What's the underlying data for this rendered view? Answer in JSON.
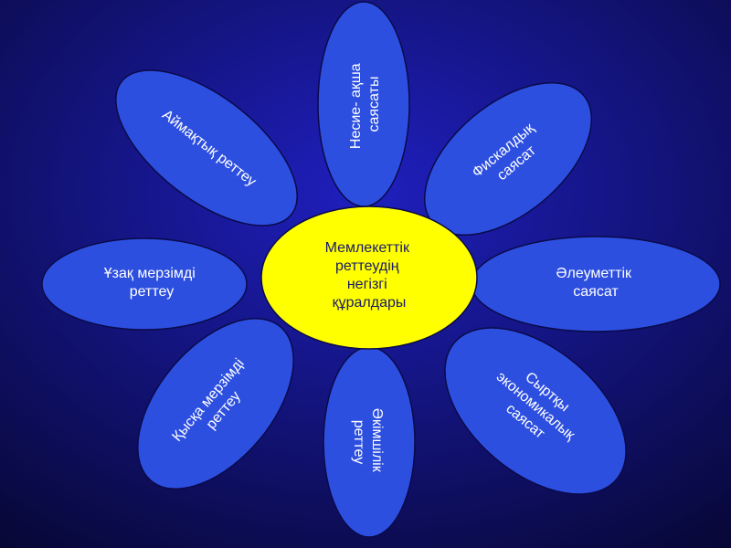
{
  "colors": {
    "background_top": "#1f1fbf",
    "background_bottom": "#060630",
    "petal_fill": "#2d4fe0",
    "petal_stroke": "#0a0a4a",
    "center_fill": "#ffff00",
    "petal_text": "#ffffff",
    "center_text": "#1a1a6a"
  },
  "center": {
    "lines": [
      "Мемлекеттік",
      "реттеудің",
      "негізгі",
      "құралдары"
    ]
  },
  "petals": [
    {
      "id": "credit-monetary-policy",
      "lines": [
        "Несие- ақша",
        "саясаты"
      ]
    },
    {
      "id": "fiscal-policy",
      "lines": [
        "Фискалдық",
        "саясат"
      ]
    },
    {
      "id": "social-policy",
      "lines": [
        "Әлеуметтік",
        "саясат"
      ]
    },
    {
      "id": "foreign-economic-policy",
      "lines": [
        "Сыртқы",
        "экономикалық",
        "саясат"
      ]
    },
    {
      "id": "administrative-regulation",
      "lines": [
        "Әкімшілік",
        "реттеу"
      ]
    },
    {
      "id": "short-term-regulation",
      "lines": [
        "Қысқа мерзімді",
        "реттеу"
      ]
    },
    {
      "id": "long-term-regulation",
      "lines": [
        "Ұзақ мерзімді",
        "реттеу"
      ]
    },
    {
      "id": "regional-regulation",
      "lines": [
        "Аймақтық реттеу"
      ]
    }
  ]
}
